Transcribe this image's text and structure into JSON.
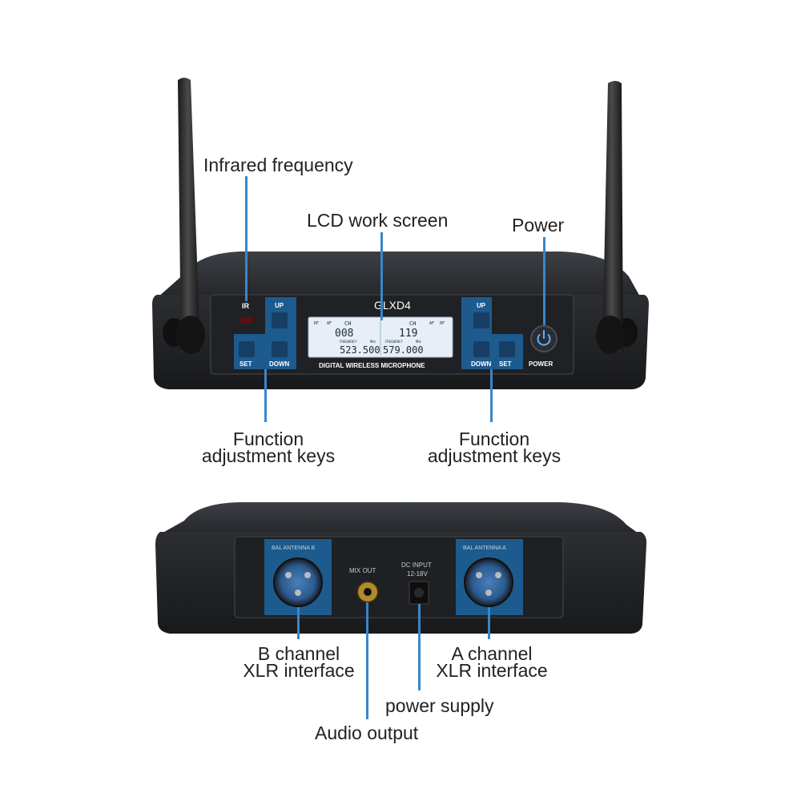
{
  "callouts": {
    "infrared": "Infrared frequency",
    "lcd": "LCD work screen",
    "power": "Power",
    "func_left_1": "Function",
    "func_left_2": "adjustment keys",
    "func_right_1": "Function",
    "func_right_2": "adjustment keys",
    "b_channel_1": "B channel",
    "b_channel_2": "XLR interface",
    "a_channel_1": "A channel",
    "a_channel_2": "XLR interface",
    "power_supply": "power supply",
    "audio_output": "Audio output"
  },
  "front_panel": {
    "brand": "GLXD4",
    "subtitle": "DIGITAL WIRELESS MICROPHONE",
    "ir_label": "IR",
    "left_keys": {
      "up": "UP",
      "set": "SET",
      "down": "DOWN"
    },
    "right_keys": {
      "up": "UP",
      "set": "SET",
      "down": "DOWN"
    },
    "power_label": "POWER",
    "lcd": {
      "ch_label": "CH",
      "ch_left": "008",
      "ch_right": "119",
      "freq_left": "523.500",
      "freq_right": "579.000",
      "rf_label": "RF",
      "af_label": "AF",
      "frequency_label": "FREQUENCY",
      "mhz_label": "MHz"
    }
  },
  "rear_panel": {
    "b_label": "BAL ANTENNA B",
    "mix_label": "MIX OUT",
    "dc_label_1": "DC INPUT",
    "dc_label_2": "12-18V",
    "a_label": "BAL ANTENNA A"
  },
  "colors": {
    "leader": "#3a86c8",
    "panel_blue": "#1d5a8e",
    "device_body": "#2b2d30",
    "lcd_bg": "#e8eef5"
  }
}
